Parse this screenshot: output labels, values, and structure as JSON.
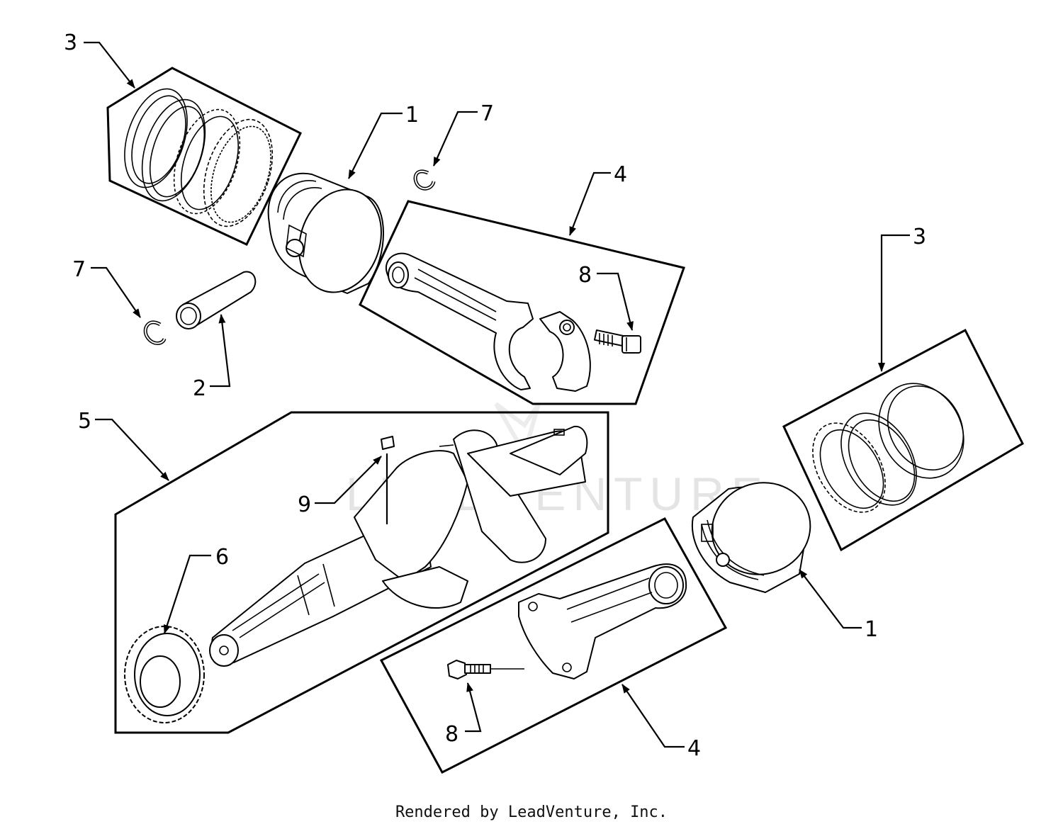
{
  "watermark": "LEADVENTURE",
  "footer": "Rendered by LeadVenture, Inc.",
  "callouts": [
    {
      "id": "ring-set-top",
      "label": "3"
    },
    {
      "id": "piston-top",
      "label": "1"
    },
    {
      "id": "circlip-top-right",
      "label": "7"
    },
    {
      "id": "conrod-top",
      "label": "4"
    },
    {
      "id": "circlip-left",
      "label": "7"
    },
    {
      "id": "bolt-top",
      "label": "8"
    },
    {
      "id": "piston-pin",
      "label": "2"
    },
    {
      "id": "crankshaft-assy",
      "label": "5"
    },
    {
      "id": "key",
      "label": "9"
    },
    {
      "id": "gear",
      "label": "6"
    },
    {
      "id": "ring-set-right",
      "label": "3"
    },
    {
      "id": "piston-right",
      "label": "1"
    },
    {
      "id": "bolt-bottom",
      "label": "8"
    },
    {
      "id": "conrod-bottom",
      "label": "4"
    }
  ]
}
